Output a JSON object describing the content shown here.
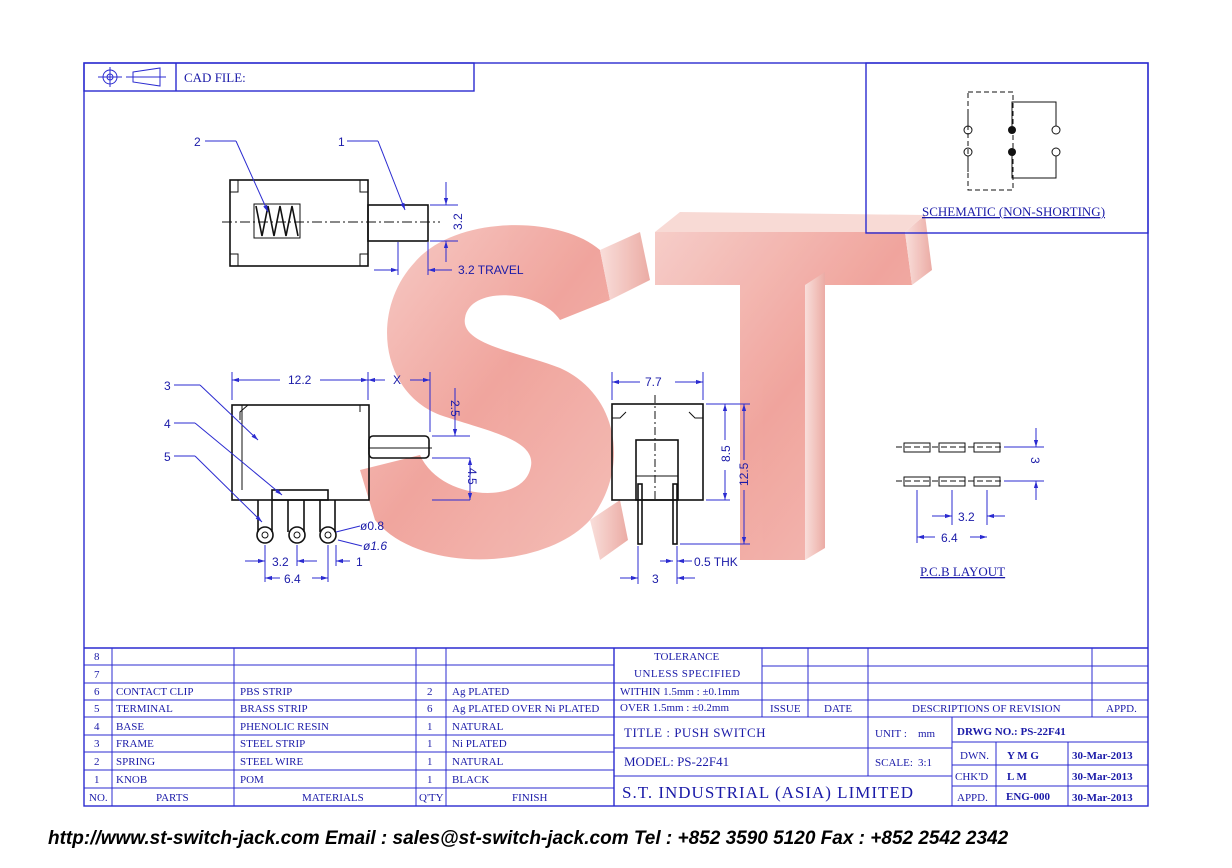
{
  "header": {
    "cad_file_label": "CAD FILE:"
  },
  "schematic": {
    "caption": "SCHEMATIC (NON-SHORTING)"
  },
  "pcb": {
    "caption": "P.C.B LAYOUT",
    "dim_3": "3",
    "dim_3_2": "3.2",
    "dim_6_4": "6.4"
  },
  "watermark": {
    "text": "ST"
  },
  "side_view": {
    "callout_1": "1",
    "callout_2": "2",
    "dim_3_2": "3.2",
    "travel_label": "3.2 TRAVEL"
  },
  "front_view": {
    "callout_3": "3",
    "callout_4": "4",
    "callout_5": "5",
    "dim_12_2": "12.2",
    "dim_x": "X",
    "dim_2_5": "2.5",
    "dim_4_5": "4.5",
    "dim_0_8": "ø0.8",
    "dim_1_6": "ø1.6",
    "dim_3_2": "3.2",
    "dim_6_4": "6.4",
    "dim_1": "1"
  },
  "end_view": {
    "dim_7_7": "7.7",
    "dim_8_5": "8.5",
    "dim_12_5": "12.5",
    "dim_3": "3",
    "thk_label": "0.5 THK"
  },
  "bom": {
    "header": {
      "no": "NO.",
      "parts": "PARTS",
      "materials": "MATERIALS",
      "qty": "Q'TY",
      "finish": "FINISH"
    },
    "rows": [
      {
        "no": "8",
        "part": "",
        "material": "",
        "qty": "",
        "finish": ""
      },
      {
        "no": "7",
        "part": "",
        "material": "",
        "qty": "",
        "finish": ""
      },
      {
        "no": "6",
        "part": "CONTACT CLIP",
        "material": "PBS STRIP",
        "qty": "2",
        "finish": "Ag PLATED"
      },
      {
        "no": "5",
        "part": "TERMINAL",
        "material": "BRASS STRIP",
        "qty": "6",
        "finish": "Ag PLATED OVER Ni PLATED"
      },
      {
        "no": "4",
        "part": "BASE",
        "material": "PHENOLIC RESIN",
        "qty": "1",
        "finish": "NATURAL"
      },
      {
        "no": "3",
        "part": "FRAME",
        "material": "STEEL STRIP",
        "qty": "1",
        "finish": "Ni PLATED"
      },
      {
        "no": "2",
        "part": "SPRING",
        "material": "STEEL WIRE",
        "qty": "1",
        "finish": "NATURAL"
      },
      {
        "no": "1",
        "part": "KNOB",
        "material": "POM",
        "qty": "1",
        "finish": "BLACK"
      }
    ]
  },
  "tolerance": {
    "line1": "TOLERANCE",
    "line2": "UNLESS SPECIFIED",
    "within": "WITHIN 1.5mm : ±0.1mm",
    "over": "OVER 1.5mm : ±0.2mm"
  },
  "revision": {
    "issue": "ISSUE",
    "date": "DATE",
    "descriptions": "DESCRIPTIONS OF REVISION",
    "appd": "APPD."
  },
  "title_block": {
    "title": "TITLE : PUSH SWITCH",
    "model": "MODEL: PS-22F41",
    "company": "S.T. INDUSTRIAL (ASIA) LIMITED",
    "unit_label": "UNIT :",
    "unit_value": "mm",
    "scale_label": "SCALE:",
    "scale_value": "3:1",
    "drwg_no": "DRWG NO.: PS-22F41",
    "dwn_label": "DWN.",
    "dwn_value": "Y M G",
    "dwn_date": "30-Mar-2013",
    "chkd_label": "CHK'D",
    "chkd_value": "L M",
    "chkd_date": "30-Mar-2013",
    "appd_label": "APPD.",
    "appd_value": "ENG-000",
    "appd_date": "30-Mar-2013"
  },
  "footer": {
    "contact": "http://www.st-switch-jack.com  Email : sales@st-switch-jack.com  Tel : +852 3590 5120  Fax : +852 2542 2342"
  }
}
